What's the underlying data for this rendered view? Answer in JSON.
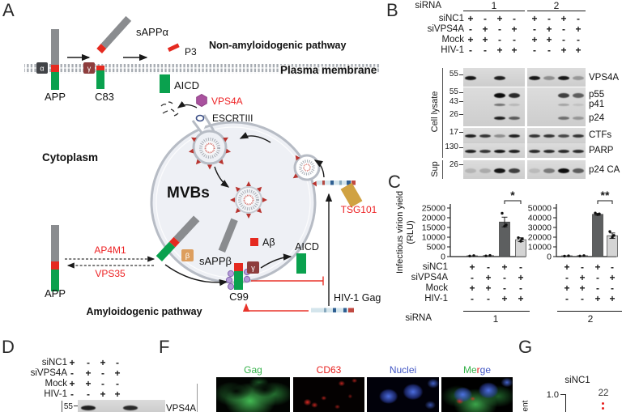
{
  "panelA": {
    "label": "A",
    "pathway_top": "Non-amyloidogenic pathway",
    "pathway_bottom": "Amyloidogenic pathway",
    "plasma_membrane": "Plasma membrane",
    "cytoplasm": "Cytoplasm",
    "mvbs": "MVBs",
    "app_top": "APP",
    "c83": "C83",
    "sappa": "sAPPα",
    "p3": "P3",
    "aicd_top": "AICD",
    "alpha": "α",
    "gamma_top": "γ",
    "gamma_bottom": "γ",
    "beta": "β",
    "vps4a": "VPS4A",
    "escrtiii": "ESCRTIII",
    "tsg101": "TSG101",
    "abeta": "Aβ",
    "sappb": "sAPPβ",
    "app_bottom": "APP",
    "ap4m1": "AP4M1",
    "vps35": "VPS35",
    "c99": "C99",
    "aicd_bottom": "AICD",
    "hiv1_gag": "HIV-1 Gag",
    "colors": {
      "green": "#0aa14e",
      "red": "#e52a20",
      "gray": "#8a8c8f",
      "alpha_box": "#414347",
      "gamma_box": "#8e3d3d",
      "beta_box": "#dd9e5e",
      "vps4a_hex": "#a9529e",
      "tsg101_box": "#d0a242",
      "red_text": "#ed2224"
    }
  },
  "panelB": {
    "label": "B",
    "header": {
      "sirna": "siRNA",
      "groups": [
        "1",
        "2"
      ]
    },
    "conditions": [
      {
        "label": "siNC1",
        "values": [
          "+",
          "-",
          "+",
          "-",
          "+",
          "-",
          "+",
          "-"
        ]
      },
      {
        "label": "siVPS4A",
        "values": [
          "-",
          "+",
          "-",
          "+",
          "-",
          "+",
          "-",
          "+"
        ]
      },
      {
        "label": "Mock",
        "values": [
          "+",
          "+",
          "-",
          "-",
          "+",
          "+",
          "-",
          "-"
        ]
      },
      {
        "label": "HIV-1",
        "values": [
          "-",
          "-",
          "+",
          "+",
          "-",
          "-",
          "+",
          "+"
        ]
      }
    ],
    "side_labels": {
      "lysate": "Cell lysate",
      "sup": "Sup"
    },
    "blots": [
      {
        "markers": [
          {
            "kda": "55",
            "f": 0.35
          }
        ],
        "labels": [
          {
            "text": "VPS4A",
            "f": 0.55
          }
        ],
        "bands": [
          {
            "f": 0.55,
            "h": 5,
            "lanes": [
              0.95,
              0,
              0.9,
              0,
              0.95,
              0.35,
              0.95,
              0.3
            ]
          }
        ]
      },
      {
        "markers": [
          {
            "kda": "55",
            "f": 0.13
          },
          {
            "kda": "43",
            "f": 0.37
          },
          {
            "kda": "26",
            "f": 0.7
          }
        ],
        "labels": [
          {
            "text": "p55",
            "f": 0.2
          },
          {
            "text": "p41",
            "f": 0.44
          },
          {
            "text": "p24",
            "f": 0.8
          }
        ],
        "bands": [
          {
            "f": 0.2,
            "h": 6,
            "lanes": [
              0,
              0,
              1,
              0.85,
              0,
              0,
              0.75,
              0.6
            ]
          },
          {
            "f": 0.44,
            "h": 3,
            "lanes": [
              0,
              0,
              0.5,
              0.15,
              0,
              0,
              0.25,
              0.1
            ]
          },
          {
            "f": 0.8,
            "h": 4,
            "lanes": [
              0,
              0,
              0.9,
              0.6,
              0,
              0,
              0.5,
              0.3
            ]
          }
        ]
      },
      {
        "markers": [
          {
            "kda": "17",
            "f": 0.3
          }
        ],
        "labels": [
          {
            "text": "CTFs",
            "f": 0.5
          }
        ],
        "bands": [
          {
            "f": 0.5,
            "h": 4,
            "lanes": [
              0.9,
              0.8,
              0.35,
              0.9,
              0.8,
              0.8,
              0.7,
              0.8
            ]
          }
        ]
      },
      {
        "markers": [
          {
            "kda": "130",
            "f": 0.3
          }
        ],
        "labels": [
          {
            "text": "PARP",
            "f": 0.55
          }
        ],
        "bands": [
          {
            "f": 0.55,
            "h": 4,
            "lanes": [
              0.9,
              0.8,
              0.95,
              0.9,
              0.85,
              0.85,
              0.85,
              0.85
            ]
          }
        ]
      },
      {
        "markers": [
          {
            "kda": "26",
            "f": 0.25
          }
        ],
        "labels": [
          {
            "text": "p24 CA",
            "f": 0.55
          }
        ],
        "bands": [
          {
            "f": 0.55,
            "h": 6,
            "lanes": [
              0.15,
              0.2,
              0.95,
              0.75,
              0.12,
              0.45,
              1,
              0.6
            ]
          }
        ]
      }
    ]
  },
  "panelC": {
    "label": "C",
    "ylabel1": "Infectious virion yield",
    "ylabel2": "(RLU)",
    "conditions": [
      {
        "label": "siNC1",
        "values": [
          "+",
          "-",
          "+",
          "-",
          "+",
          "-",
          "+",
          "-"
        ]
      },
      {
        "label": "siVPS4A",
        "values": [
          "-",
          "+",
          "-",
          "+",
          "-",
          "+",
          "-",
          "+"
        ]
      },
      {
        "label": "Mock",
        "values": [
          "+",
          "+",
          "-",
          "-",
          "+",
          "+",
          "-",
          "-"
        ]
      },
      {
        "label": "HIV-1",
        "values": [
          "-",
          "-",
          "+",
          "+",
          "-",
          "-",
          "+",
          "+"
        ]
      }
    ],
    "sirna_row": {
      "label": "siRNA",
      "groups": [
        "1",
        "2"
      ]
    }
  },
  "chart_data": [
    {
      "type": "bar",
      "panel": "C-left",
      "sirna_group": "1",
      "ylabel": "Infectious virion yield (RLU)",
      "categories": [
        "siNC1 Mock",
        "siVPS4A Mock",
        "siNC1 HIV-1",
        "siVPS4A HIV-1"
      ],
      "values": [
        400,
        500,
        17800,
        8700
      ],
      "errors": [
        0,
        0,
        2500,
        1000
      ],
      "points": [
        [
          300,
          500
        ],
        [
          350,
          600
        ],
        [
          22300,
          16300,
          15600
        ],
        [
          9700,
          9100,
          7900
        ]
      ],
      "bar_styles": [
        "dark",
        "dark",
        "dark",
        "light"
      ],
      "ylim": [
        0,
        25000
      ],
      "yticks": [
        0,
        5000,
        10000,
        15000,
        20000,
        25000
      ],
      "significance": {
        "label": "*",
        "bars": [
          2,
          3
        ]
      }
    },
    {
      "type": "bar",
      "panel": "C-right",
      "sirna_group": "2",
      "ylabel": "Infectious virion yield (RLU)",
      "categories": [
        "siNC1 Mock",
        "siVPS4A Mock",
        "siNC1 HIV-1",
        "siVPS4A HIV-1"
      ],
      "values": [
        700,
        900,
        43500,
        21500
      ],
      "errors": [
        0,
        0,
        1000,
        2800
      ],
      "points": [
        [
          500,
          800
        ],
        [
          600,
          1000
        ],
        [
          44800,
          44000,
          43200
        ],
        [
          25800,
          21800,
          19800
        ]
      ],
      "bar_styles": [
        "dark",
        "dark",
        "dark",
        "light"
      ],
      "ylim": [
        0,
        50000
      ],
      "yticks": [
        0,
        10000,
        20000,
        30000,
        40000,
        50000
      ],
      "significance": {
        "label": "**",
        "bars": [
          2,
          3
        ]
      }
    },
    {
      "type": "scatter",
      "panel": "G",
      "title": "siNC1",
      "yticks": [
        1.0
      ],
      "n_label": "22"
    }
  ],
  "panelD": {
    "label": "D",
    "conditions": [
      {
        "label": "siNC1",
        "values": [
          "+",
          "-",
          "+",
          "-"
        ]
      },
      {
        "label": "siVPS4A",
        "values": [
          "-",
          "+",
          "-",
          "+"
        ]
      },
      {
        "label": "Mock",
        "values": [
          "+",
          "+",
          "-",
          "-"
        ]
      },
      {
        "label": "HIV-1",
        "values": [
          "-",
          "-",
          "+",
          "+"
        ]
      }
    ],
    "marker": "55",
    "blot_label": "VPS4A",
    "bands": [
      {
        "f": 0.55,
        "h": 6,
        "lanes": [
          0.9,
          0,
          0.85,
          0
        ]
      }
    ]
  },
  "panelF": {
    "label": "F",
    "channels": [
      {
        "name": "Gag",
        "color": "#35b24a"
      },
      {
        "name": "CD63",
        "color": "#e8211f"
      },
      {
        "name": "Nuclei",
        "color": "#4156c5"
      },
      {
        "name": "Merge",
        "parts": [
          {
            "text": "Me",
            "color": "#35b24a"
          },
          {
            "text": "r",
            "color": "#e8211f"
          },
          {
            "text": "ge",
            "color": "#4156c5"
          }
        ]
      }
    ]
  },
  "panelG": {
    "label": "G",
    "group": "siNC1",
    "ytick": "1.0",
    "count": "22",
    "ylabel_fragment": "ent",
    "dot_color": "#e8211f"
  }
}
